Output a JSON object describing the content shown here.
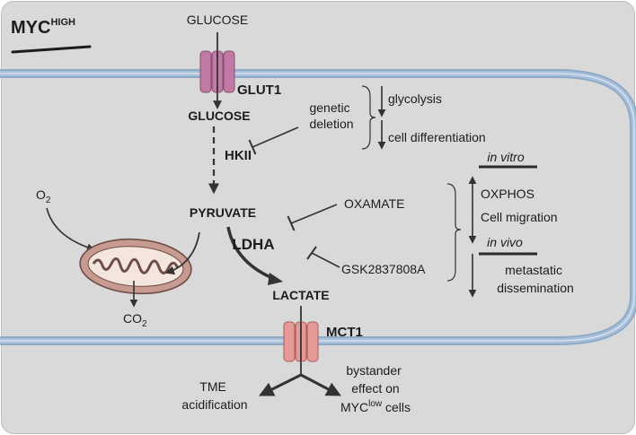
{
  "colors": {
    "panel": "#d9d9d9",
    "membrane": "#a9c1da",
    "membrane_line": "#8fa9c6",
    "glut1_channel": "#c07aa3",
    "mct1_channel": "#e69a98",
    "mitochondrion": "#c89b91",
    "mito_cristae": "#f4e5df",
    "arrow": "#333333"
  },
  "title": {
    "main": "MYC",
    "superscript": "HIGH"
  },
  "transporters": {
    "glut1": {
      "label": "GLUT1",
      "icon": "channel-icon"
    },
    "mct1": {
      "label": "MCT1",
      "icon": "channel-icon"
    }
  },
  "metabolites": {
    "glucose_outside": "GLUCOSE",
    "glucose_inside": "GLUCOSE",
    "pyruvate": "PYRUVATE",
    "lactate": "LACTATE",
    "o2": {
      "base": "O",
      "sub": "2"
    },
    "co2": {
      "base": "CO",
      "sub": "2"
    }
  },
  "enzymes": {
    "hkii": "HKII",
    "ldha": "LDHA"
  },
  "inhibitors": {
    "genetic_deletion": [
      "genetic",
      "deletion"
    ],
    "oxamate": "OXAMATE",
    "gsk": "GSK2837808A"
  },
  "effects_hkii": {
    "glycolysis": "glycolysis",
    "cell_differentiation": "cell differentiation"
  },
  "effects_ldha": {
    "in_vitro": "in vitro",
    "oxphos": "OXPHOS",
    "cell_migration": "Cell migration",
    "in_vivo": "in vivo",
    "metastatic": [
      "metastatic",
      "dissemination"
    ]
  },
  "outcomes": {
    "tme": [
      "TME",
      "acidification"
    ],
    "bystander_1": "bystander",
    "bystander_2": "effect on",
    "myc": "MYC",
    "low_sup": "low",
    "cells": " cells"
  }
}
